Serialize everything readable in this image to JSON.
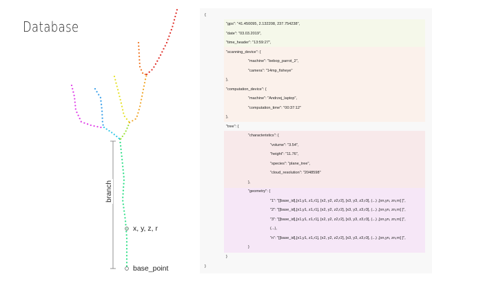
{
  "title": "Database",
  "diagram": {
    "labels": {
      "branch": "branch",
      "node_point": "x, y, z, r",
      "base_point": "base_point"
    },
    "branch_colors": {
      "trunk": "#33e08a",
      "magenta": "#e040e8",
      "blue": "#3aa0ea",
      "cyan": "#35c8e8",
      "yellow": "#e6e22a",
      "lime": "#9ee23a",
      "orange": "#f0a830",
      "red": "#e0302a",
      "orange_red": "#f07a2a"
    }
  },
  "json_panel": {
    "lines": [
      {
        "text": "{",
        "indent": 0
      },
      {
        "text": "\"gps\": \"41.450095, 2.132208, 237.754238\",",
        "indent": 1
      },
      {
        "text": "\"date\": \"03.03.2019\",",
        "indent": 1
      },
      {
        "text": "\"time_header\": \"13:59:27\",",
        "indent": 1
      },
      {
        "text": "\"scanning_device\": {",
        "indent": 1
      },
      {
        "text": "\"machine\": \"bebop_parrot_2\",",
        "indent": 2
      },
      {
        "text": "\"camera\": \"14mp_fisheye\"",
        "indent": 2
      },
      {
        "text": "},",
        "indent": 1
      },
      {
        "text": "\"computation_device\": {",
        "indent": 1
      },
      {
        "text": "\"machine\": \"Andrzej_laptop\",",
        "indent": 2
      },
      {
        "text": "\"computation_time\": \"00:37:12\"",
        "indent": 2
      },
      {
        "text": "},",
        "indent": 1
      },
      {
        "text": "\"tree\": {",
        "indent": 1
      },
      {
        "text": "\"characteristics\": {",
        "indent": 2
      },
      {
        "text": "\"volume\": \"3.54\",",
        "indent": 3
      },
      {
        "text": "\"height\": \"11.76\",",
        "indent": 3
      },
      {
        "text": "\"species\": \"plane_tree\",",
        "indent": 3
      },
      {
        "text": "\"cloud_resolution\": \"2048598\"",
        "indent": 3
      },
      {
        "text": "},",
        "indent": 2
      },
      {
        "text": "\"geometry\": {",
        "indent": 2
      },
      {
        "text": "\"1\": \"[[base_id],[x1,y1, z1,r1], [x2, y2, z2,r2], [x3, y3, z3,r3], (...) ,[xn,yn, zn,rn] ]\",",
        "indent": 3
      },
      {
        "text": "\"2\": \"[[base_id],[x1,y1, z1,r1], [x2, y2, z2,r2], [x3, y3, z3,r3], (...) ,[xn,yn, zn,rn] ]\",",
        "indent": 3
      },
      {
        "text": "\"3\": \"[[base_id],[x1,y1, z1,r1], [x2, y2, z2,r2], [x3, y3, z3,r3], (...) ,[xn,yn, zn,rn] ]\",",
        "indent": 3
      },
      {
        "text": "(...),",
        "indent": 3
      },
      {
        "text": "\"n\": \"[[base_id],[x1,y1, z1,r1], [x2, y2, z2,r2], [x3, y3, z3,r3], (...) ,[xn,yn, zn,rn] ]\",",
        "indent": 3
      },
      {
        "text": "}",
        "indent": 2
      },
      {
        "text": "}",
        "indent": 1
      },
      {
        "text": "}",
        "indent": 0
      }
    ]
  }
}
